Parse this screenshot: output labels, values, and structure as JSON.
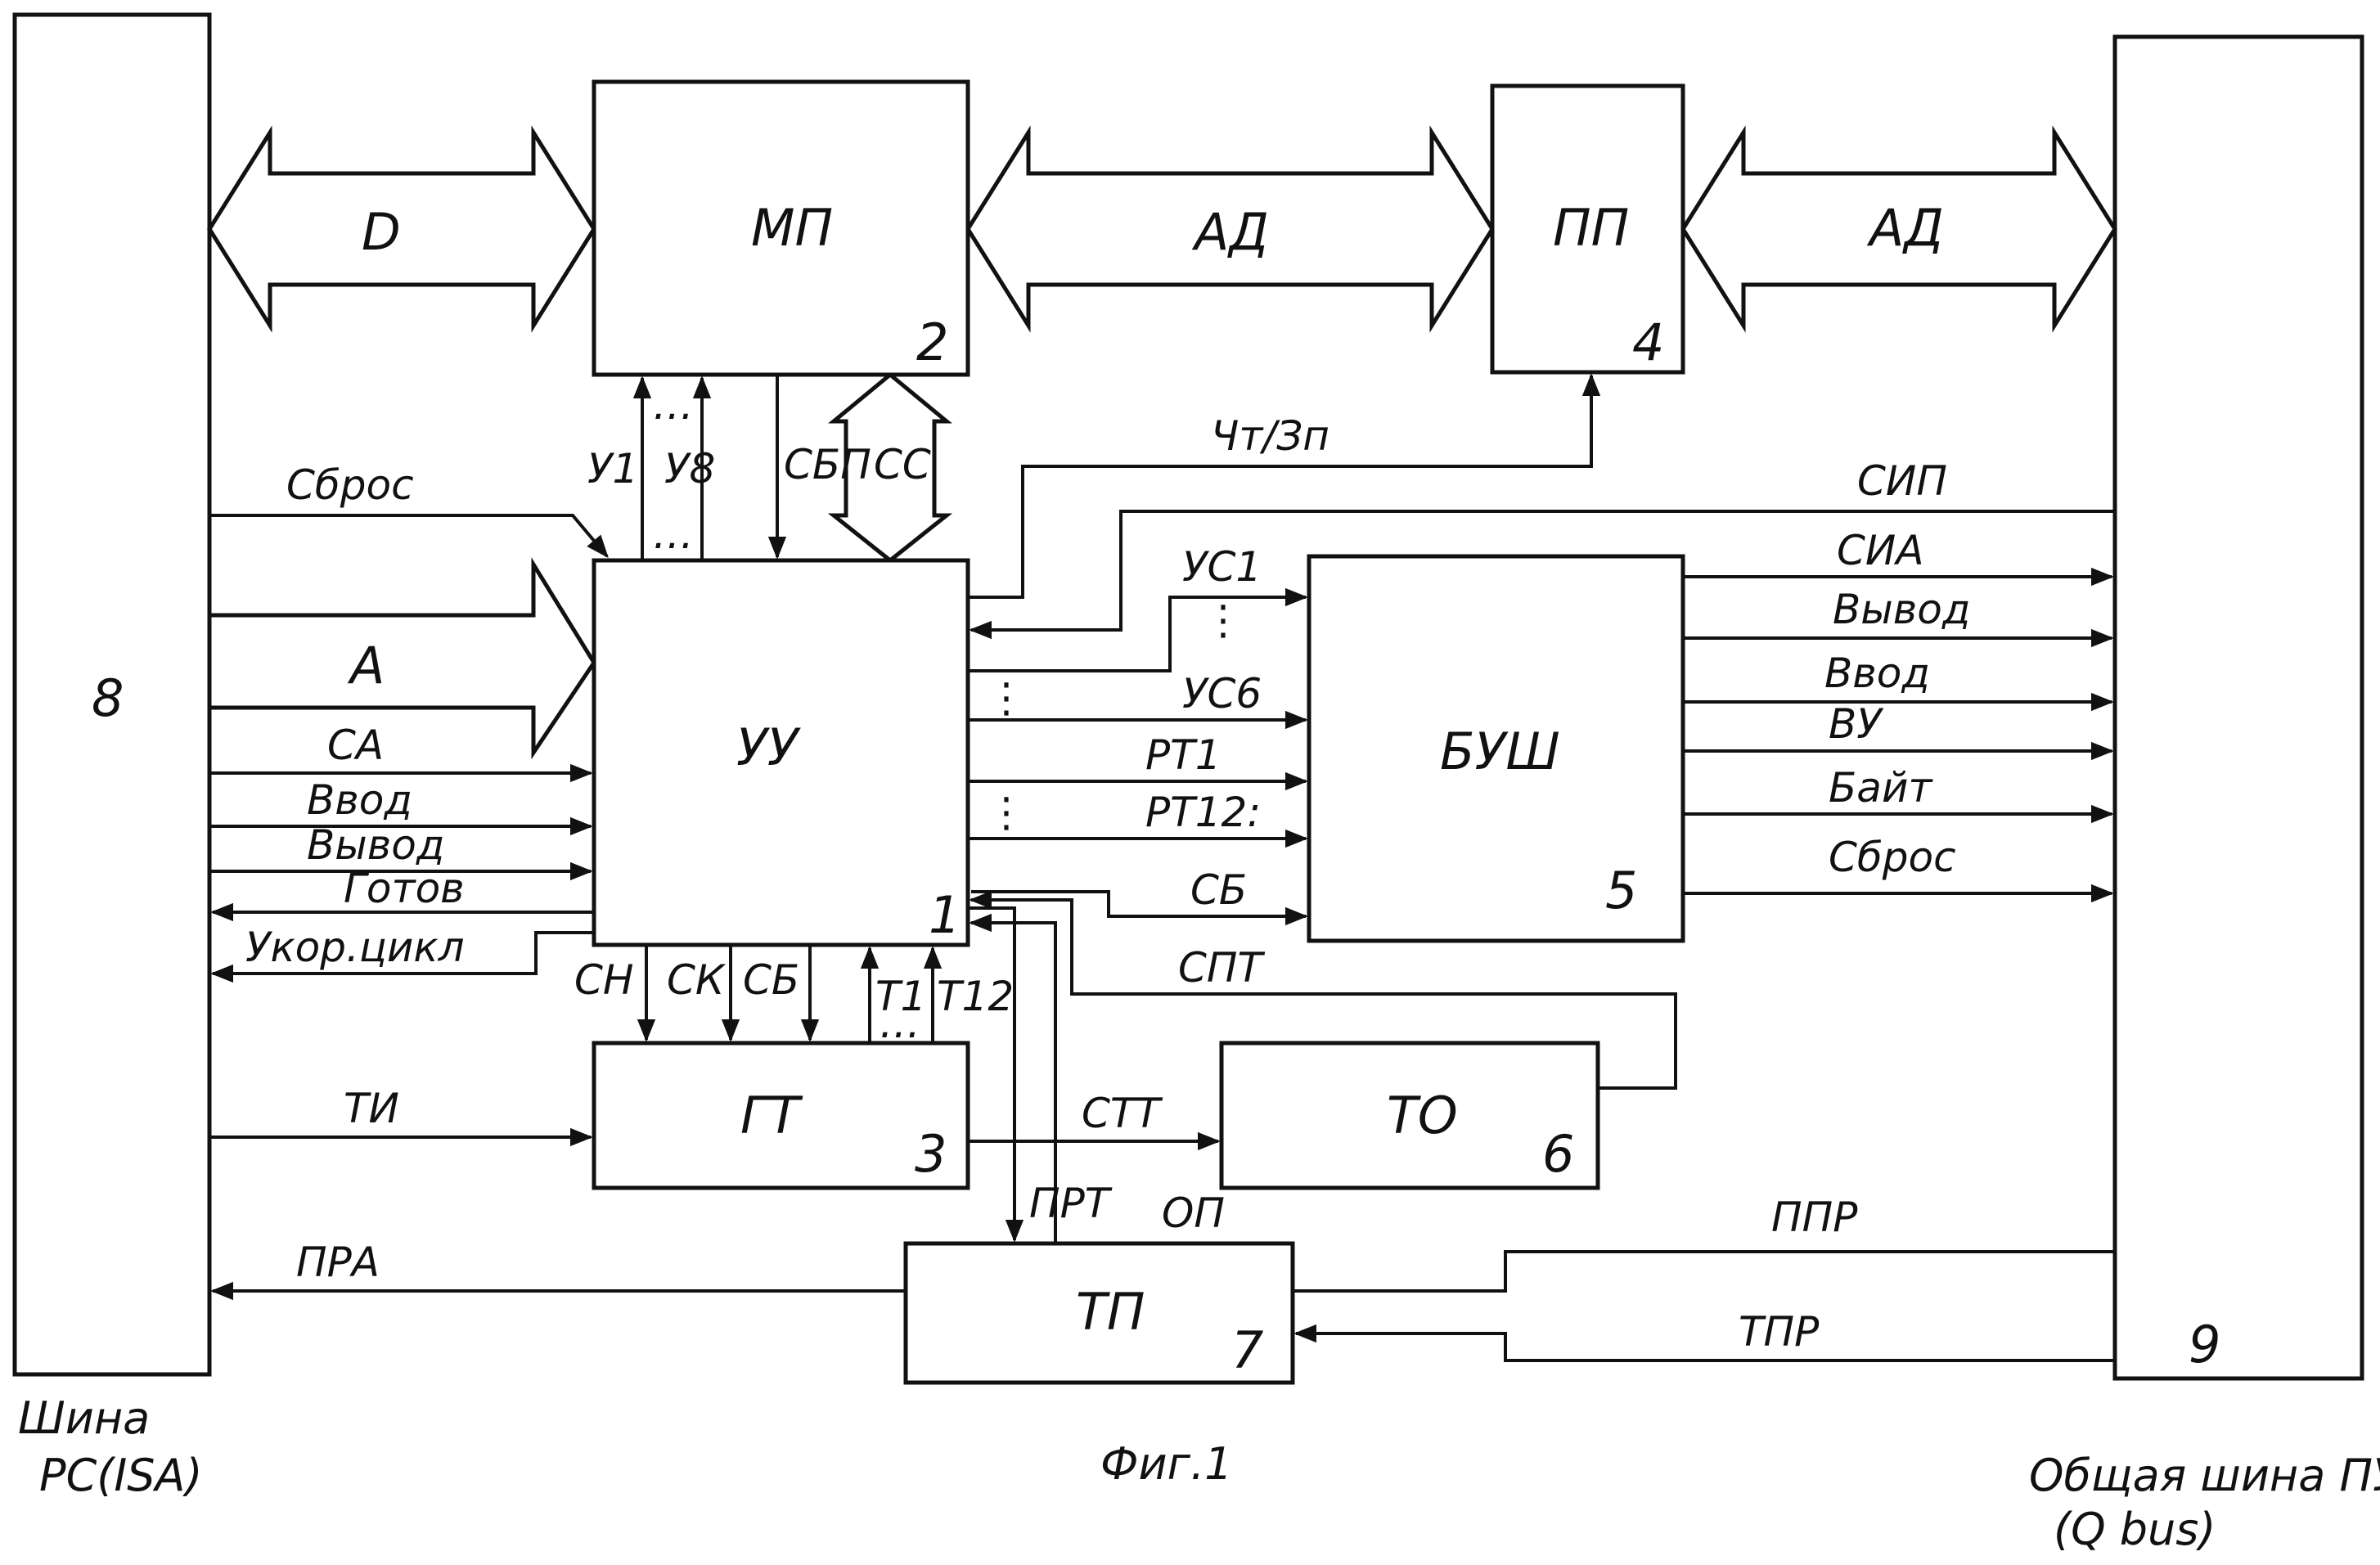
{
  "blocks": {
    "uu": {
      "label": "УУ",
      "number": "1"
    },
    "mp": {
      "label": "МП",
      "number": "2"
    },
    "gt": {
      "label": "ГТ",
      "number": "3"
    },
    "pp": {
      "label": "ПП",
      "number": "4"
    },
    "bush": {
      "label": "БУШ",
      "number": "5"
    },
    "to": {
      "label": "ТО",
      "number": "6"
    },
    "tp": {
      "label": "ТП",
      "number": "7"
    },
    "isa": {
      "number": "8"
    },
    "qbus": {
      "number": "9"
    }
  },
  "buses": {
    "d": "D",
    "ad1": "АД",
    "ad2": "АД",
    "a": "A",
    "ss": "СС"
  },
  "signals": {
    "sbros_in": "Сброс",
    "sa": "СА",
    "vvod": "Ввод",
    "vyvod": "Вывод",
    "gotov": "Готов",
    "ukor": "Укор.цикл",
    "u1": "У1",
    "u8": "У8",
    "sbp": "СБП",
    "chtzp": "Чт/Зп",
    "sip": "СИП",
    "us1": "УС1",
    "us6": "УС6",
    "rt1": "РТ1",
    "rt12": "РТ12:",
    "sb_bush": "СБ",
    "spt": "СПТ",
    "sia": "СИА",
    "vyvod_out": "Вывод",
    "vvod_out": "Ввод",
    "vu": "ВУ",
    "bayt": "Байт",
    "sbros_out": "Сброс",
    "sn": "СН",
    "sk": "СК",
    "sb_gt": "СБ",
    "t1": "Т1",
    "t12": "Т12",
    "ti": "ТИ",
    "stt": "СТТ",
    "prt": "ПРТ",
    "op": "ОП",
    "pra": "ПРА",
    "ppr": "ППР",
    "tpr": "ТПР"
  },
  "captions": {
    "left_1": "Шина",
    "left_2": "РС(ISA)",
    "right_1": "Общая шина ПУ",
    "right_2": "(Q bus)",
    "figure": "Фиг.1"
  }
}
